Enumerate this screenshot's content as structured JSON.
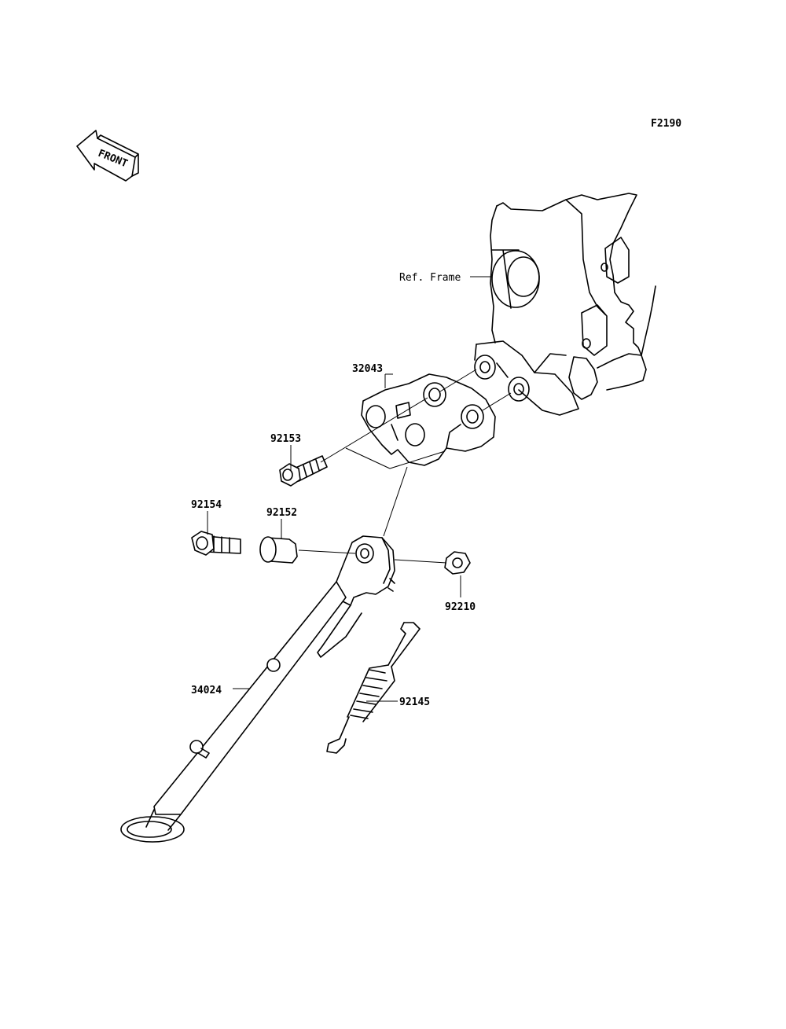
{
  "diagram": {
    "code": "F2190",
    "front_arrow_label": "FRONT",
    "parts": {
      "frame": "Ref. Frame",
      "bracket": "32043",
      "bolt_upper": "92153",
      "bolt_lower": "92154",
      "collar": "92152",
      "nut": "92210",
      "stand": "34024",
      "spring": "92145"
    }
  }
}
